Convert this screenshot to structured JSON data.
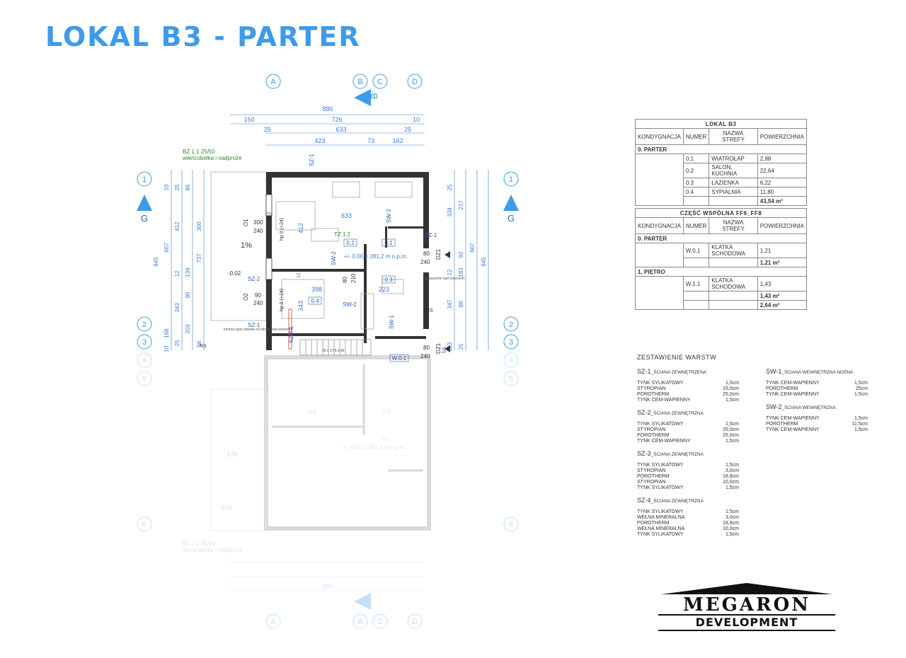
{
  "title": "LOKAL B3 - PARTER",
  "plan": {
    "axes_top": [
      "A",
      "B",
      "C",
      "D"
    ],
    "section_marker": "B",
    "row_axes": [
      "1",
      "2",
      "3",
      "4",
      "5",
      "6"
    ],
    "elevation_marker": "G",
    "dims_top": {
      "total": "886",
      "row2": [
        "150",
        "726",
        "10"
      ],
      "row3": [
        "25",
        "633",
        "25"
      ],
      "row4": [
        "423",
        "73",
        "162"
      ]
    },
    "dims_left": [
      "10",
      "25",
      "86",
      "300",
      "412",
      "667",
      "845",
      "737",
      "139",
      "12",
      "90",
      "343",
      "203",
      "25",
      "168",
      "56",
      "10"
    ],
    "dims_right": [
      "25",
      "217",
      "334",
      "92",
      "12",
      "183",
      "347",
      "88",
      "113",
      "25",
      "667",
      "845",
      "56"
    ],
    "room_labels": [
      "0.1",
      "0.2",
      "0.3",
      "0.4",
      "W.0.1"
    ],
    "wall_labels": [
      "SZ-1",
      "SZ-2",
      "SW-1",
      "SW-2",
      "SZM-1"
    ],
    "notes": {
      "beam": "BŻ 1.1 25/50",
      "beam_sub": "wieńcobelka i nadproże",
      "tz": "TŻ 1.2",
      "level": "+/- 0,00 = 281,2 m n.p.m.",
      "slope": "1%",
      "level_left": "-0,02",
      "opening": "DZ1",
      "window1": [
        "O1",
        "300",
        "240"
      ],
      "window2": [
        "O2",
        "90",
        "240"
      ],
      "door": [
        "80",
        "210"
      ],
      "door2": [
        "80",
        "240"
      ],
      "hp": "hp 0 (+24)",
      "chimney": "kominy typu shiedel od stropu nad parterem",
      "rs": "RS",
      "vents": "zadaszenie nad wejściem",
      "stairs": "16 x 17,5 x 30",
      "room_dims": [
        "633",
        "398",
        "223",
        "412",
        "343",
        "12",
        "25"
      ]
    }
  },
  "table_lokal": {
    "title": "LOKAL B3",
    "columns": [
      "KONDYGNACJA",
      "NUMER",
      "NAZWA STREFY",
      "POWIERZCHNIA"
    ],
    "group": "0. PARTER",
    "rows": [
      {
        "number": "0.1",
        "name": "WIATROŁAP",
        "area": "2,88"
      },
      {
        "number": "0.2",
        "name": "SALON, KUCHNIA",
        "area": "22,64"
      },
      {
        "number": "0.3",
        "name": "ŁAZIENKA",
        "area": "6,22"
      },
      {
        "number": "0.4",
        "name": "SYPIALNIA",
        "area": "11,80"
      }
    ],
    "total": "43,54 m²"
  },
  "table_common": {
    "title": "CZĘŚĆ WSPÓLNA FF6_FF8",
    "columns": [
      "KONDYGNACJA",
      "NUMER",
      "NAZWA STREFY",
      "POWIERZCHNIA"
    ],
    "group1": "0. PARTER",
    "row1": {
      "number": "W.0.1",
      "name": "KLATKA SCHODOWA",
      "area": "1,21"
    },
    "sub1": "1,21 m²",
    "group2": "1. PIĘTRO",
    "row2": {
      "number": "W.1.1",
      "name": "KLATKA SCHODOWA",
      "area": "1,43"
    },
    "sub2": "1,43 m²",
    "total": "2,64 m²"
  },
  "layers": {
    "heading": "ZESTAWIENIE WARSTW",
    "left": [
      {
        "code": "SZ-1",
        "desc": "_ŚCIANA ZEWNĘTRZENA",
        "items": [
          [
            "TYNK SYLIKATOWY",
            "1,5cm"
          ],
          [
            "STYROPIAN",
            "15,0cm"
          ],
          [
            "POROTHERM",
            "25,0cm"
          ],
          [
            "TYNK CEM-WAPIENNY",
            "1,5cm"
          ]
        ]
      },
      {
        "code": "SZ-2",
        "desc": "_ŚCIANA ZEWNĘTRZNA",
        "items": [
          [
            "TYNK SYLIKATOWY",
            "1,5cm"
          ],
          [
            "STYROPIAN",
            "25,0cm"
          ],
          [
            "POROTHERM",
            "25,0cm"
          ],
          [
            "TYNK CEM-WAPIENNY",
            "1,5cm"
          ]
        ]
      },
      {
        "code": "SZ-3",
        "desc": "_ŚCIANA ZEWNĘTRZNA",
        "items": [
          [
            "TYNK SYLIKATOWY",
            "1,5cm"
          ],
          [
            "STYROPIAN",
            "3,0cm"
          ],
          [
            "POROTHERM",
            "18,8cm"
          ],
          [
            "STYROPIAN",
            "10,0cm"
          ],
          [
            "TYNK SYLIKATOWY",
            "1,5cm"
          ]
        ]
      },
      {
        "code": "SZ-4",
        "desc": "_ŚCIANA ZEWNĘTRZNA",
        "items": [
          [
            "TYNK SYLIKATOWY",
            "1,5cm"
          ],
          [
            "WEŁNA MINERALNA",
            "3,0cm"
          ],
          [
            "POROTHERM",
            "18,8cm"
          ],
          [
            "WEŁNA MINERALNA",
            "10,0cm"
          ],
          [
            "TYNK SYLIKATOWY",
            "1,5cm"
          ]
        ]
      }
    ],
    "right": [
      {
        "code": "SW-1",
        "desc": "_ŚCIANA WEWNĘTRZNA NOŚNA",
        "items": [
          [
            "TYNK CEM-WAPIENNY",
            "1,5cm"
          ],
          [
            "POROTHERM",
            "25cm"
          ],
          [
            "TYNK CEM-WAPIENNY",
            "1,5cm"
          ]
        ]
      },
      {
        "code": "SW-2",
        "desc": "_ŚCIANA WEWNĘTRZNA",
        "items": [
          [
            "TYNK CEM-WAPIENNY",
            "1,5cm"
          ],
          [
            "POROTHERM",
            "11,5cm"
          ],
          [
            "TYNK CEM-WAPIENNY",
            "1,5cm"
          ]
        ]
      }
    ]
  },
  "logo": {
    "name": "MEGARON",
    "sub": "DEVELOPMENT"
  },
  "colors": {
    "accent": "#3d9be9",
    "wall": "#333333",
    "dim": "#3d7bd6",
    "note": "#2e8b2e",
    "red": "#e03030"
  }
}
